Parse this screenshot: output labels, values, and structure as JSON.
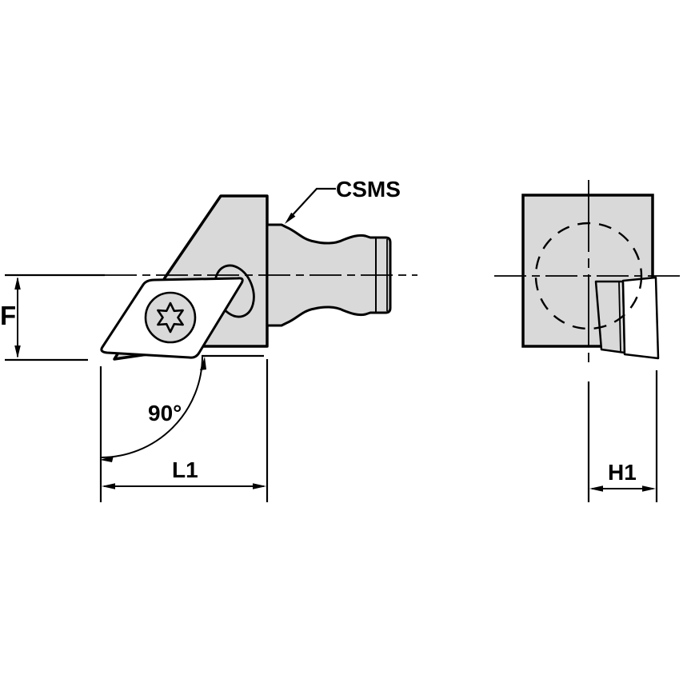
{
  "document": {
    "type": "technical-drawing",
    "description_visible_text_only": true
  },
  "colors": {
    "fill_gray": "#d9d9d9",
    "line": "#000000",
    "background": "#ffffff"
  },
  "drawing": {
    "callout": {
      "label": "CSMS"
    },
    "dimensions": {
      "f": {
        "label": "F"
      },
      "angle": {
        "label": "90°"
      },
      "l1": {
        "label": "L1"
      },
      "h1": {
        "label": "H1"
      }
    }
  }
}
